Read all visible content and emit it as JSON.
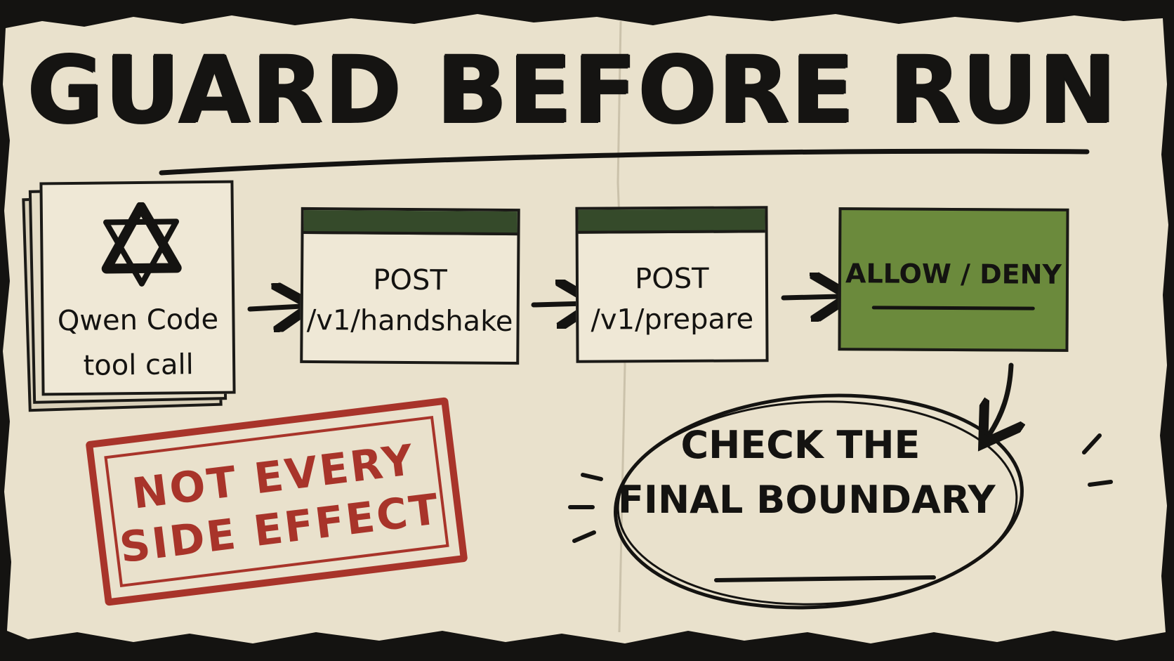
{
  "title": "GUARD BEFORE RUN",
  "steps": [
    {
      "line1": "Qwen Code",
      "line2": "tool call",
      "icon": "qwen-logo-icon"
    },
    {
      "line1": "POST",
      "line2": "/v1/handshake"
    },
    {
      "line1": "POST",
      "line2": "/v1/prepare"
    },
    {
      "line1": "ALLOW / DENY"
    }
  ],
  "stamp": {
    "line1": "NOT EVERY",
    "line2": "SIDE EFFECT"
  },
  "callout": {
    "line1": "CHECK THE",
    "line2": "FINAL BOUNDARY"
  },
  "colors": {
    "paper": "#e9e1cc",
    "ink": "#141311",
    "window_bar": "#354a2a",
    "decision_green": "#6b8a3c",
    "stamp_red": "#a8342a"
  }
}
